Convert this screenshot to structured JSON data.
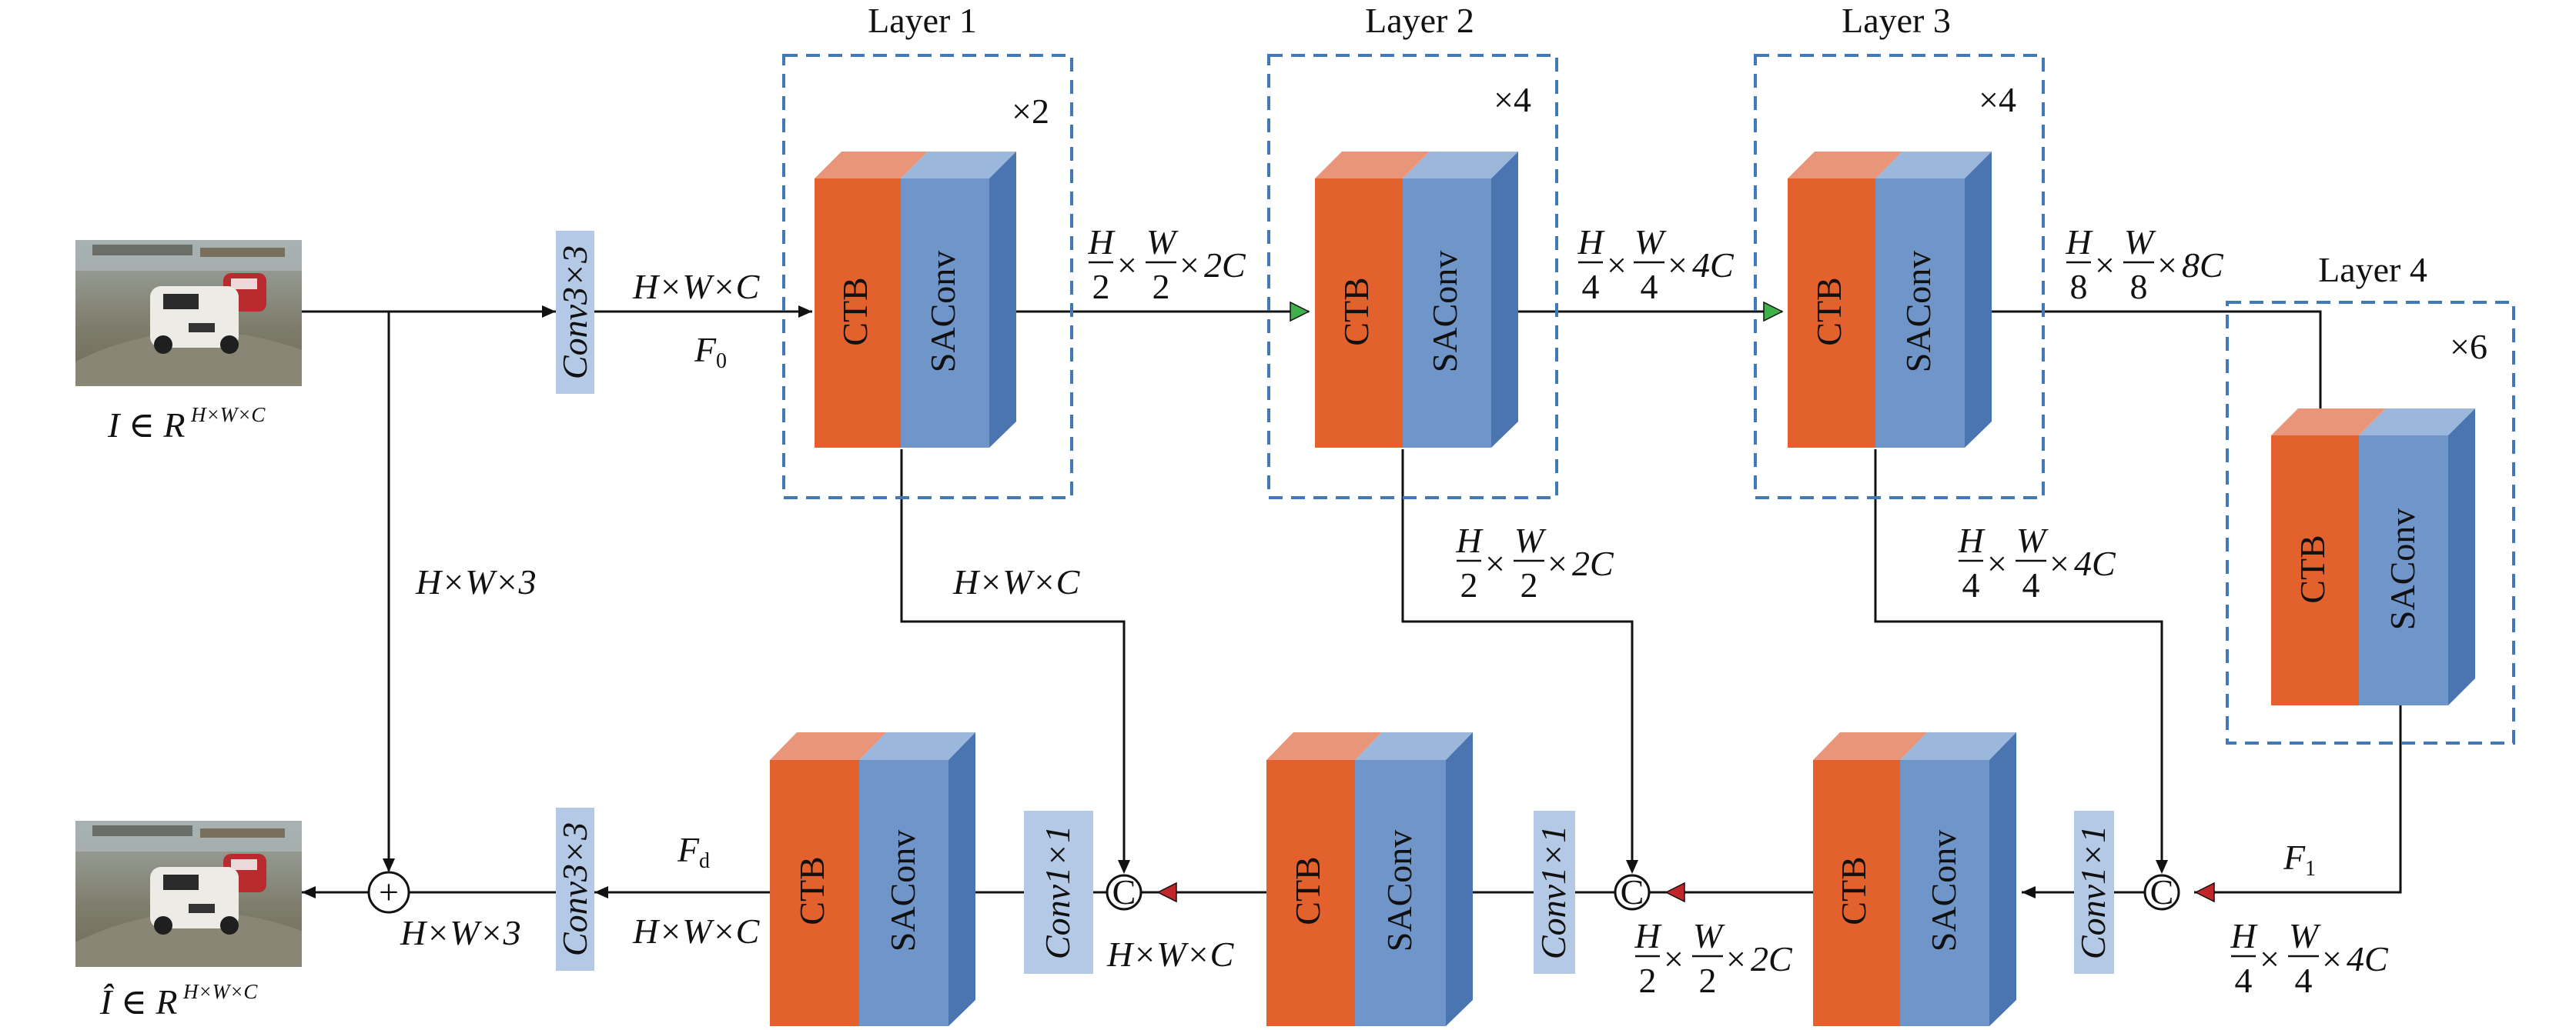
{
  "layers": [
    {
      "title": "Layer 1",
      "repeat": "×2"
    },
    {
      "title": "Layer 2",
      "repeat": "×4"
    },
    {
      "title": "Layer 3",
      "repeat": "×4"
    },
    {
      "title": "Layer 4",
      "repeat": "×6"
    }
  ],
  "block": {
    "ctb": "CTB",
    "saconv": "SAConv"
  },
  "convs": {
    "conv3x3": "Conv3×3",
    "conv1x1": "Conv1×1"
  },
  "labels": {
    "input": "I ∈ R",
    "input_sup": "H×W×C",
    "output": "Î ∈ R",
    "output_sup": "H×W×C",
    "hwc": "H×W×C",
    "hw3": "H×W×3",
    "f0": "F",
    "f0_sub": "0",
    "fd": "F",
    "fd_sub": "d",
    "f1": "F",
    "f1_sub": "1",
    "c1": "2C",
    "c2": "4C",
    "c3": "8C",
    "concat": "C",
    "plus": "+"
  },
  "colors": {
    "ctb_front": "#e3612c",
    "ctb_top": "#e8957a",
    "ctb_side": "#c54e1e",
    "sa_front": "#7095c9",
    "sa_top": "#9bb7dc",
    "sa_side": "#4a75b0",
    "conv_bg": "#b4c9e5",
    "dash": "#3f79b8",
    "green": "#3fb04a",
    "red": "#c0262b"
  }
}
